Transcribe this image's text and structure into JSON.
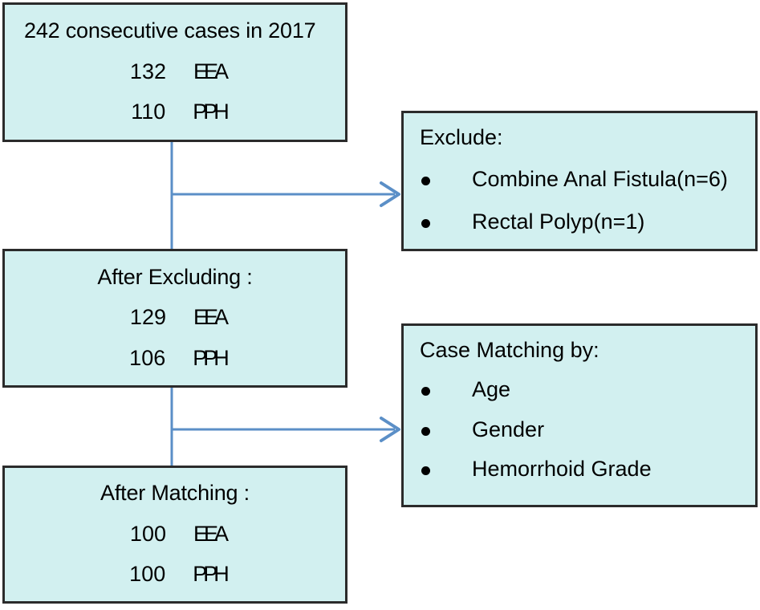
{
  "diagram": {
    "type": "flowchart",
    "orientation": "vertical-with-side-branches",
    "colors": {
      "node_fill": "#d2f0f0",
      "node_border": "#2b2b2b",
      "connector": "#5b8fc7",
      "text": "#000000"
    }
  },
  "nodes": {
    "enrolled": {
      "title": "242 consecutive cases in 2017",
      "counts": [
        {
          "number": "132",
          "procedure": "EEA"
        },
        {
          "number": "110",
          "procedure": "PPH"
        }
      ]
    },
    "after_excluding": {
      "title": "After Excluding :",
      "counts": [
        {
          "number": "129",
          "procedure": "EEA"
        },
        {
          "number": "106",
          "procedure": "PPH"
        }
      ]
    },
    "after_matching": {
      "title": "After Matching :",
      "counts": [
        {
          "number": "100",
          "procedure": "EEA"
        },
        {
          "number": "100",
          "procedure": "PPH"
        }
      ]
    },
    "exclude": {
      "heading": "Exclude:",
      "items": [
        "Combine Anal Fistula(n=6)",
        "Rectal Polyp(n=1)"
      ]
    },
    "case_matching": {
      "heading": "Case Matching by:",
      "items": [
        "Age",
        "Gender",
        "Hemorrhoid Grade"
      ]
    }
  },
  "connectors": [
    {
      "name": "enrolled-to-after-excluding",
      "kind": "vertical-line"
    },
    {
      "name": "branch-to-exclude",
      "kind": "arrow-right"
    },
    {
      "name": "after-excluding-to-after-matching",
      "kind": "vertical-line"
    },
    {
      "name": "branch-to-case-matching",
      "kind": "arrow-right"
    }
  ]
}
